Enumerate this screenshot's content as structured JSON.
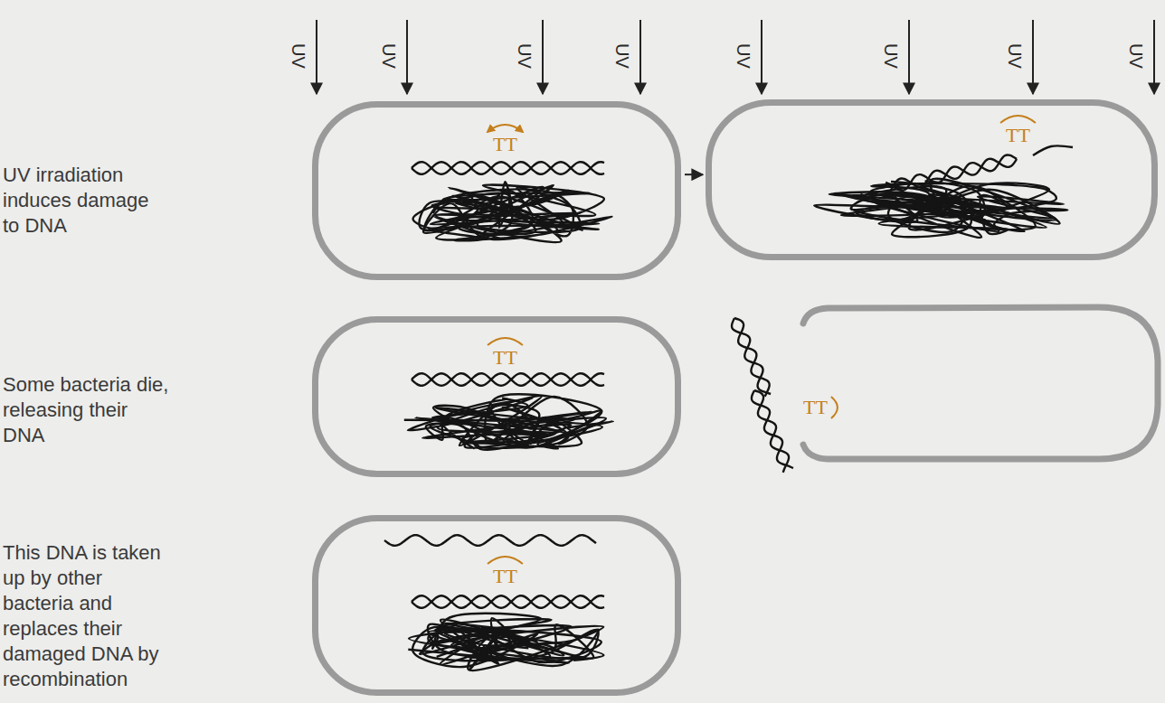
{
  "diagram": {
    "nodes": [
      {
        "text": [
          "TT"
        ]
      },
      {
        "text": [
          "TT"
        ]
      },
      {
        "text": [
          "TT"
        ]
      },
      {
        "text": [
          "TT"
        ]
      }
    ],
    "edges": [
      {
        "from": 0,
        "to": 1,
        "arrow": "to"
      }
    ],
    "labels": [
      "UV",
      "UV",
      "UV",
      "UV",
      "UV",
      "UV",
      "UV",
      "UV",
      "UV irradiation induces damage to DNA",
      "Some bacteria die, releasing their DNA",
      "TT",
      "This DNA is taken up by other bacteria and replaces their damaged DNA by recombination"
    ]
  }
}
